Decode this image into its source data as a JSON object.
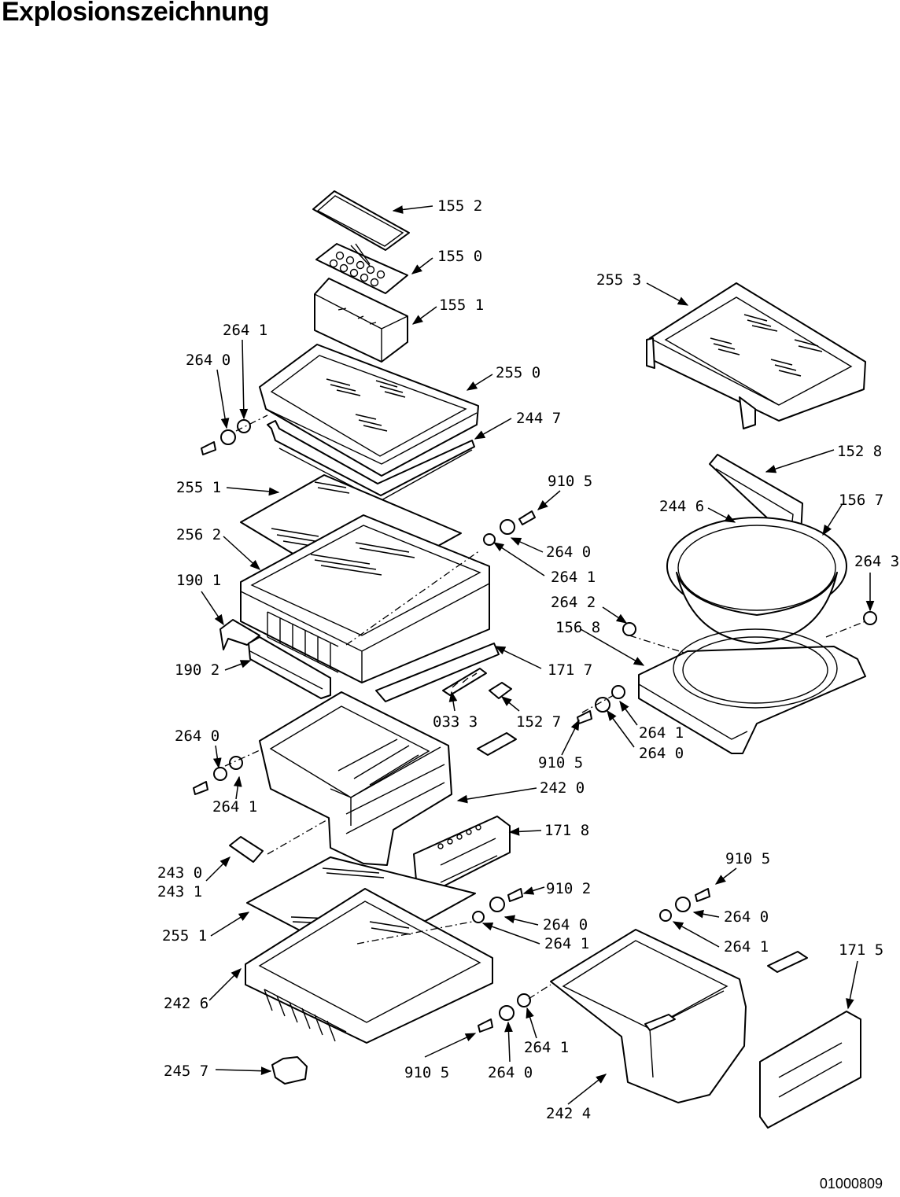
{
  "title": "Explosionszeichnung",
  "document_number": "01000809",
  "callouts": [
    "155 2",
    "155 0",
    "155 1",
    "255 3",
    "264 1",
    "264 0",
    "255 0",
    "244 7",
    "152 8",
    "255 1",
    "910 5",
    "244 6",
    "156 7",
    "256 2",
    "264 0",
    "264 1",
    "264 3",
    "190 1",
    "264 2",
    "156 8",
    "190 2",
    "171 7",
    "033 3",
    "152 7",
    "264 1",
    "264 0",
    "264 0",
    "910 5",
    "242 0",
    "264 1",
    "171 8",
    "243 0",
    "243 1",
    "910 5",
    "910 2",
    "264 0",
    "264 0",
    "255 1",
    "264 1",
    "264 1",
    "171 5",
    "242 6",
    "264 1",
    "245 7",
    "910 5",
    "264 0",
    "242 4"
  ]
}
